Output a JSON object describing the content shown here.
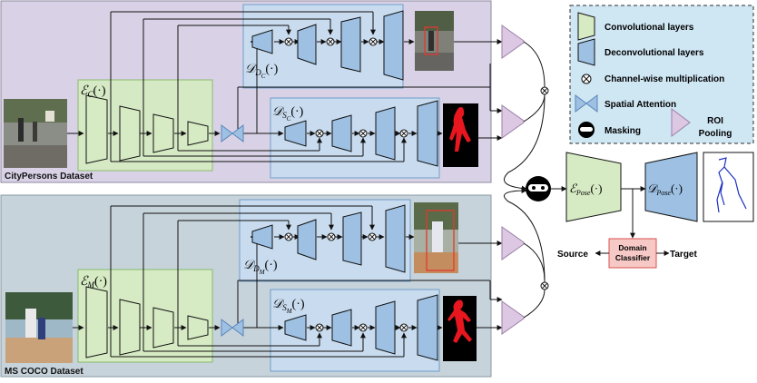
{
  "panels": {
    "top": {
      "dataset_label": "CityPersons Dataset",
      "encoder": {
        "main": "ℰ",
        "sub": "C",
        "tail": "(·)"
      },
      "decoder_d": {
        "main": "𝒟",
        "sub": "D",
        "subsub": "C",
        "tail": "(·)"
      },
      "decoder_s": {
        "main": "𝒟",
        "sub": "S",
        "subsub": "C",
        "tail": "(·)"
      }
    },
    "bottom": {
      "dataset_label": "MS COCO Dataset",
      "encoder": {
        "main": "ℰ",
        "sub": "M",
        "tail": "(·)"
      },
      "decoder_d": {
        "main": "𝒟",
        "sub": "D",
        "subsub": "M",
        "tail": "(·)"
      },
      "decoder_s": {
        "main": "𝒟",
        "sub": "S",
        "subsub": "M",
        "tail": "(·)"
      }
    }
  },
  "pose": {
    "encoder": {
      "main": "ℰ",
      "sub": "Pose",
      "tail": "(·)"
    },
    "decoder": {
      "main": "𝒟",
      "sub": "Pose",
      "tail": "(·)"
    }
  },
  "domain_classifier": {
    "line1": "Domain",
    "line2": "Classifier"
  },
  "source_label": "Source",
  "target_label": "Target",
  "legend": {
    "conv": "Convolutional layers",
    "deconv": "Deconvolutional layers",
    "mult": "Channel-wise multiplication",
    "attention": "Spatial Attention",
    "masking": "Masking",
    "roi_line1": "ROI",
    "roi_line2": "Pooling"
  },
  "colors": {
    "top_bg": "#d9d2e6",
    "bottom_bg": "#c7d3db",
    "encoder_box": "#d6ebc4",
    "decoder_box": "#c9dcef",
    "conv_fill": "#d6ebc4",
    "deconv_fill": "#9dc0e3",
    "roi_fill": "#ddc8e3",
    "legend_bg": "#cfe6f3",
    "classifier_bg": "#f7c9c6",
    "classifier_border": "#d9534f"
  }
}
